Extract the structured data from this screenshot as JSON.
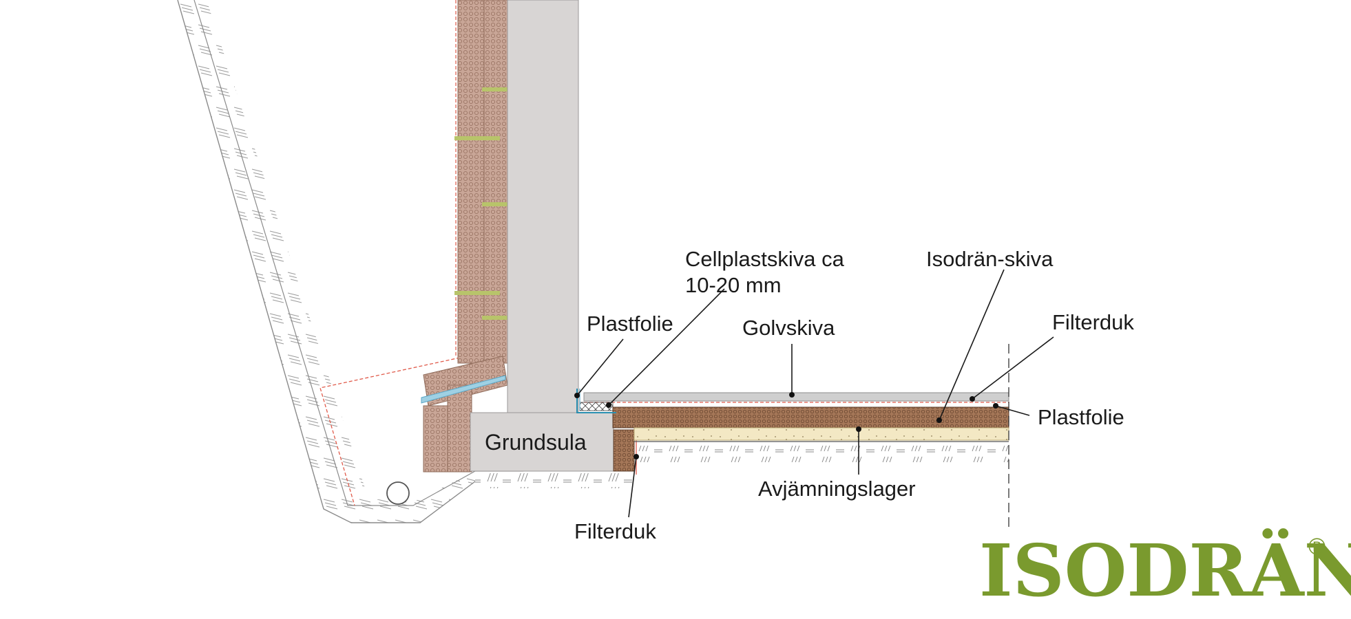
{
  "diagram": {
    "labels": {
      "cellplast_line1": "Cellplastskiva ca",
      "cellplast_line2": "10-20 mm",
      "isodran_skiva": "Isodrän-skiva",
      "plastfolie_wall": "Plastfolie",
      "golvskiva": "Golvskiva",
      "filterduk_right": "Filterduk",
      "plastfolie_right": "Plastfolie",
      "grundsula": "Grundsula",
      "avjamningslager": "Avjämningslager",
      "filterduk_bottom": "Filterduk"
    }
  },
  "logo": {
    "text": "ISODRÄN",
    "registered": "®",
    "color": "#7a9a2e"
  },
  "colors": {
    "insulation": "#c8a596",
    "insulation_dark": "#a0765a",
    "concrete": "#d6d3d2",
    "isodran_board": "#9c6e4d",
    "levelling": "#f2e6bf",
    "floor_board": "#cfcfcf",
    "membrane": "#5aa7c7",
    "filter_red": "#e05a4a",
    "bolt": "#b8c46a"
  }
}
